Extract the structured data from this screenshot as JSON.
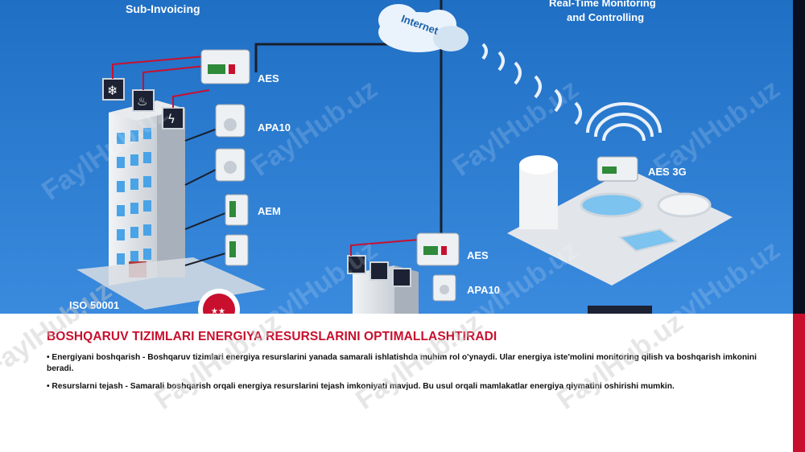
{
  "diagram": {
    "top_left_caption": "Sub-Invoicing",
    "top_right_caption_line1": "Real-Time Monitoring",
    "top_right_caption_line2": "and Controlling",
    "cloud_label": "Internet",
    "device_labels": {
      "aes": "AES",
      "apa10": "APA10",
      "aem": "AEM",
      "aes_lower": "AES",
      "apa10_lower": "APA10",
      "aes3g": "AES 3G"
    },
    "iso_label": "ISO 50001"
  },
  "watermark": "FaylHub.uz",
  "slide": {
    "title": "BOSHQARUV TIZIMLARI ENERGIYA RESURSLARINI OPTIMALLASHTIRADI",
    "bullets": [
      "• Energiyani boshqarish - Boshqaruv tizimlari energiya resurslarini yanada samarali ishlatishda muhim rol o'ynaydi. Ular energiya iste'molini monitoring qilish va boshqarish imkonini beradi.",
      "• Resurslarni tejash - Samarali boshqarish orqali energiya resurslarini tejash imkoniyati mavjud. Bu usul orqali mamlakatlar energiya qiymatini oshirishi mumkin."
    ]
  },
  "colors": {
    "accent_red": "#c8102e",
    "sky_top": "#1f6fc4",
    "sky_bottom": "#3d8fe0"
  }
}
